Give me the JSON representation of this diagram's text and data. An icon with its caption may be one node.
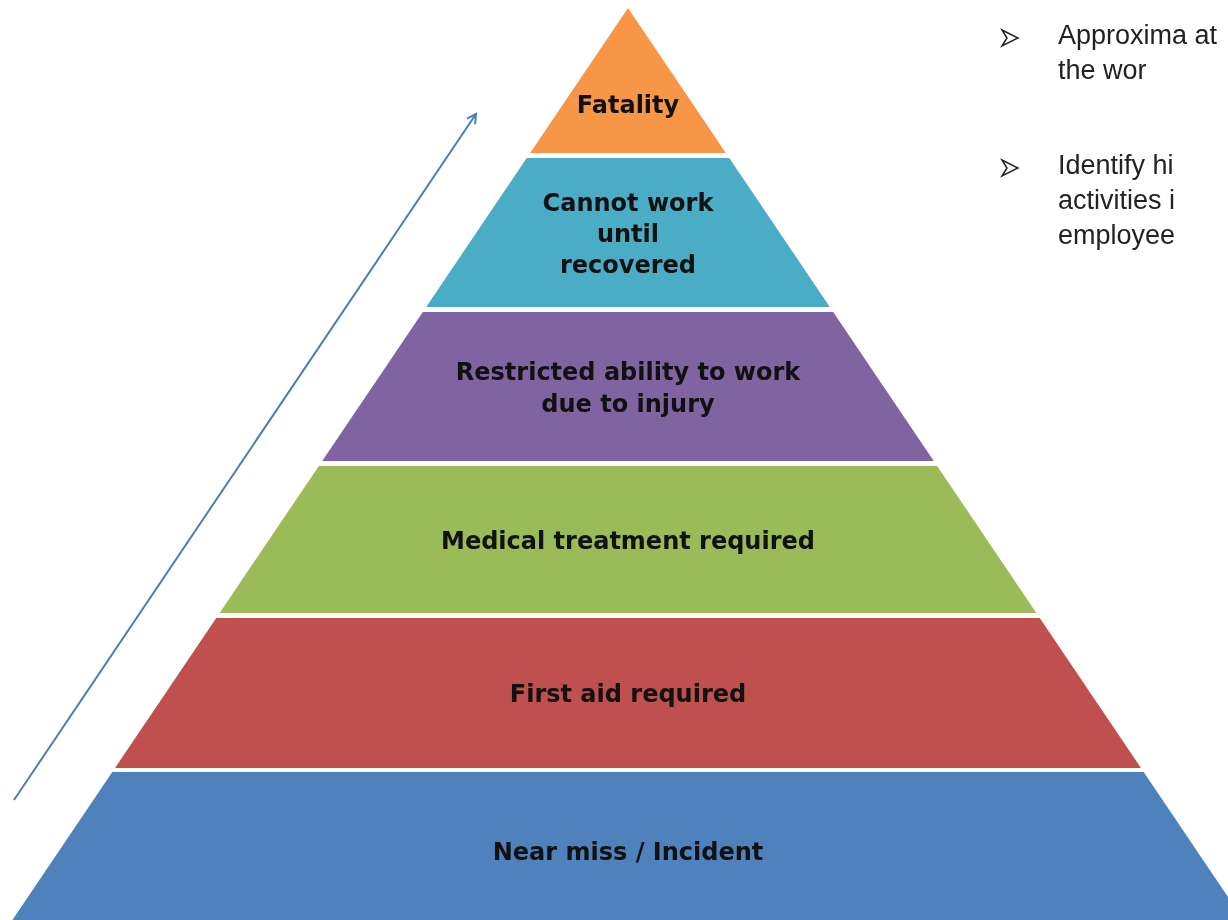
{
  "diagram": {
    "nodes": [
      {
        "text": [
          "Fatality"
        ]
      },
      {
        "text": [
          "Cannot work until recovered"
        ]
      },
      {
        "text": [
          "Restricted ability to work due to injury"
        ]
      },
      {
        "text": [
          "Medical treatment required"
        ]
      },
      {
        "text": [
          "First aid required"
        ]
      },
      {
        "text": [
          "Near miss / Incident"
        ]
      }
    ],
    "labels": [
      "Approxima at the wor",
      "Identify hi activities i employee"
    ]
  }
}
